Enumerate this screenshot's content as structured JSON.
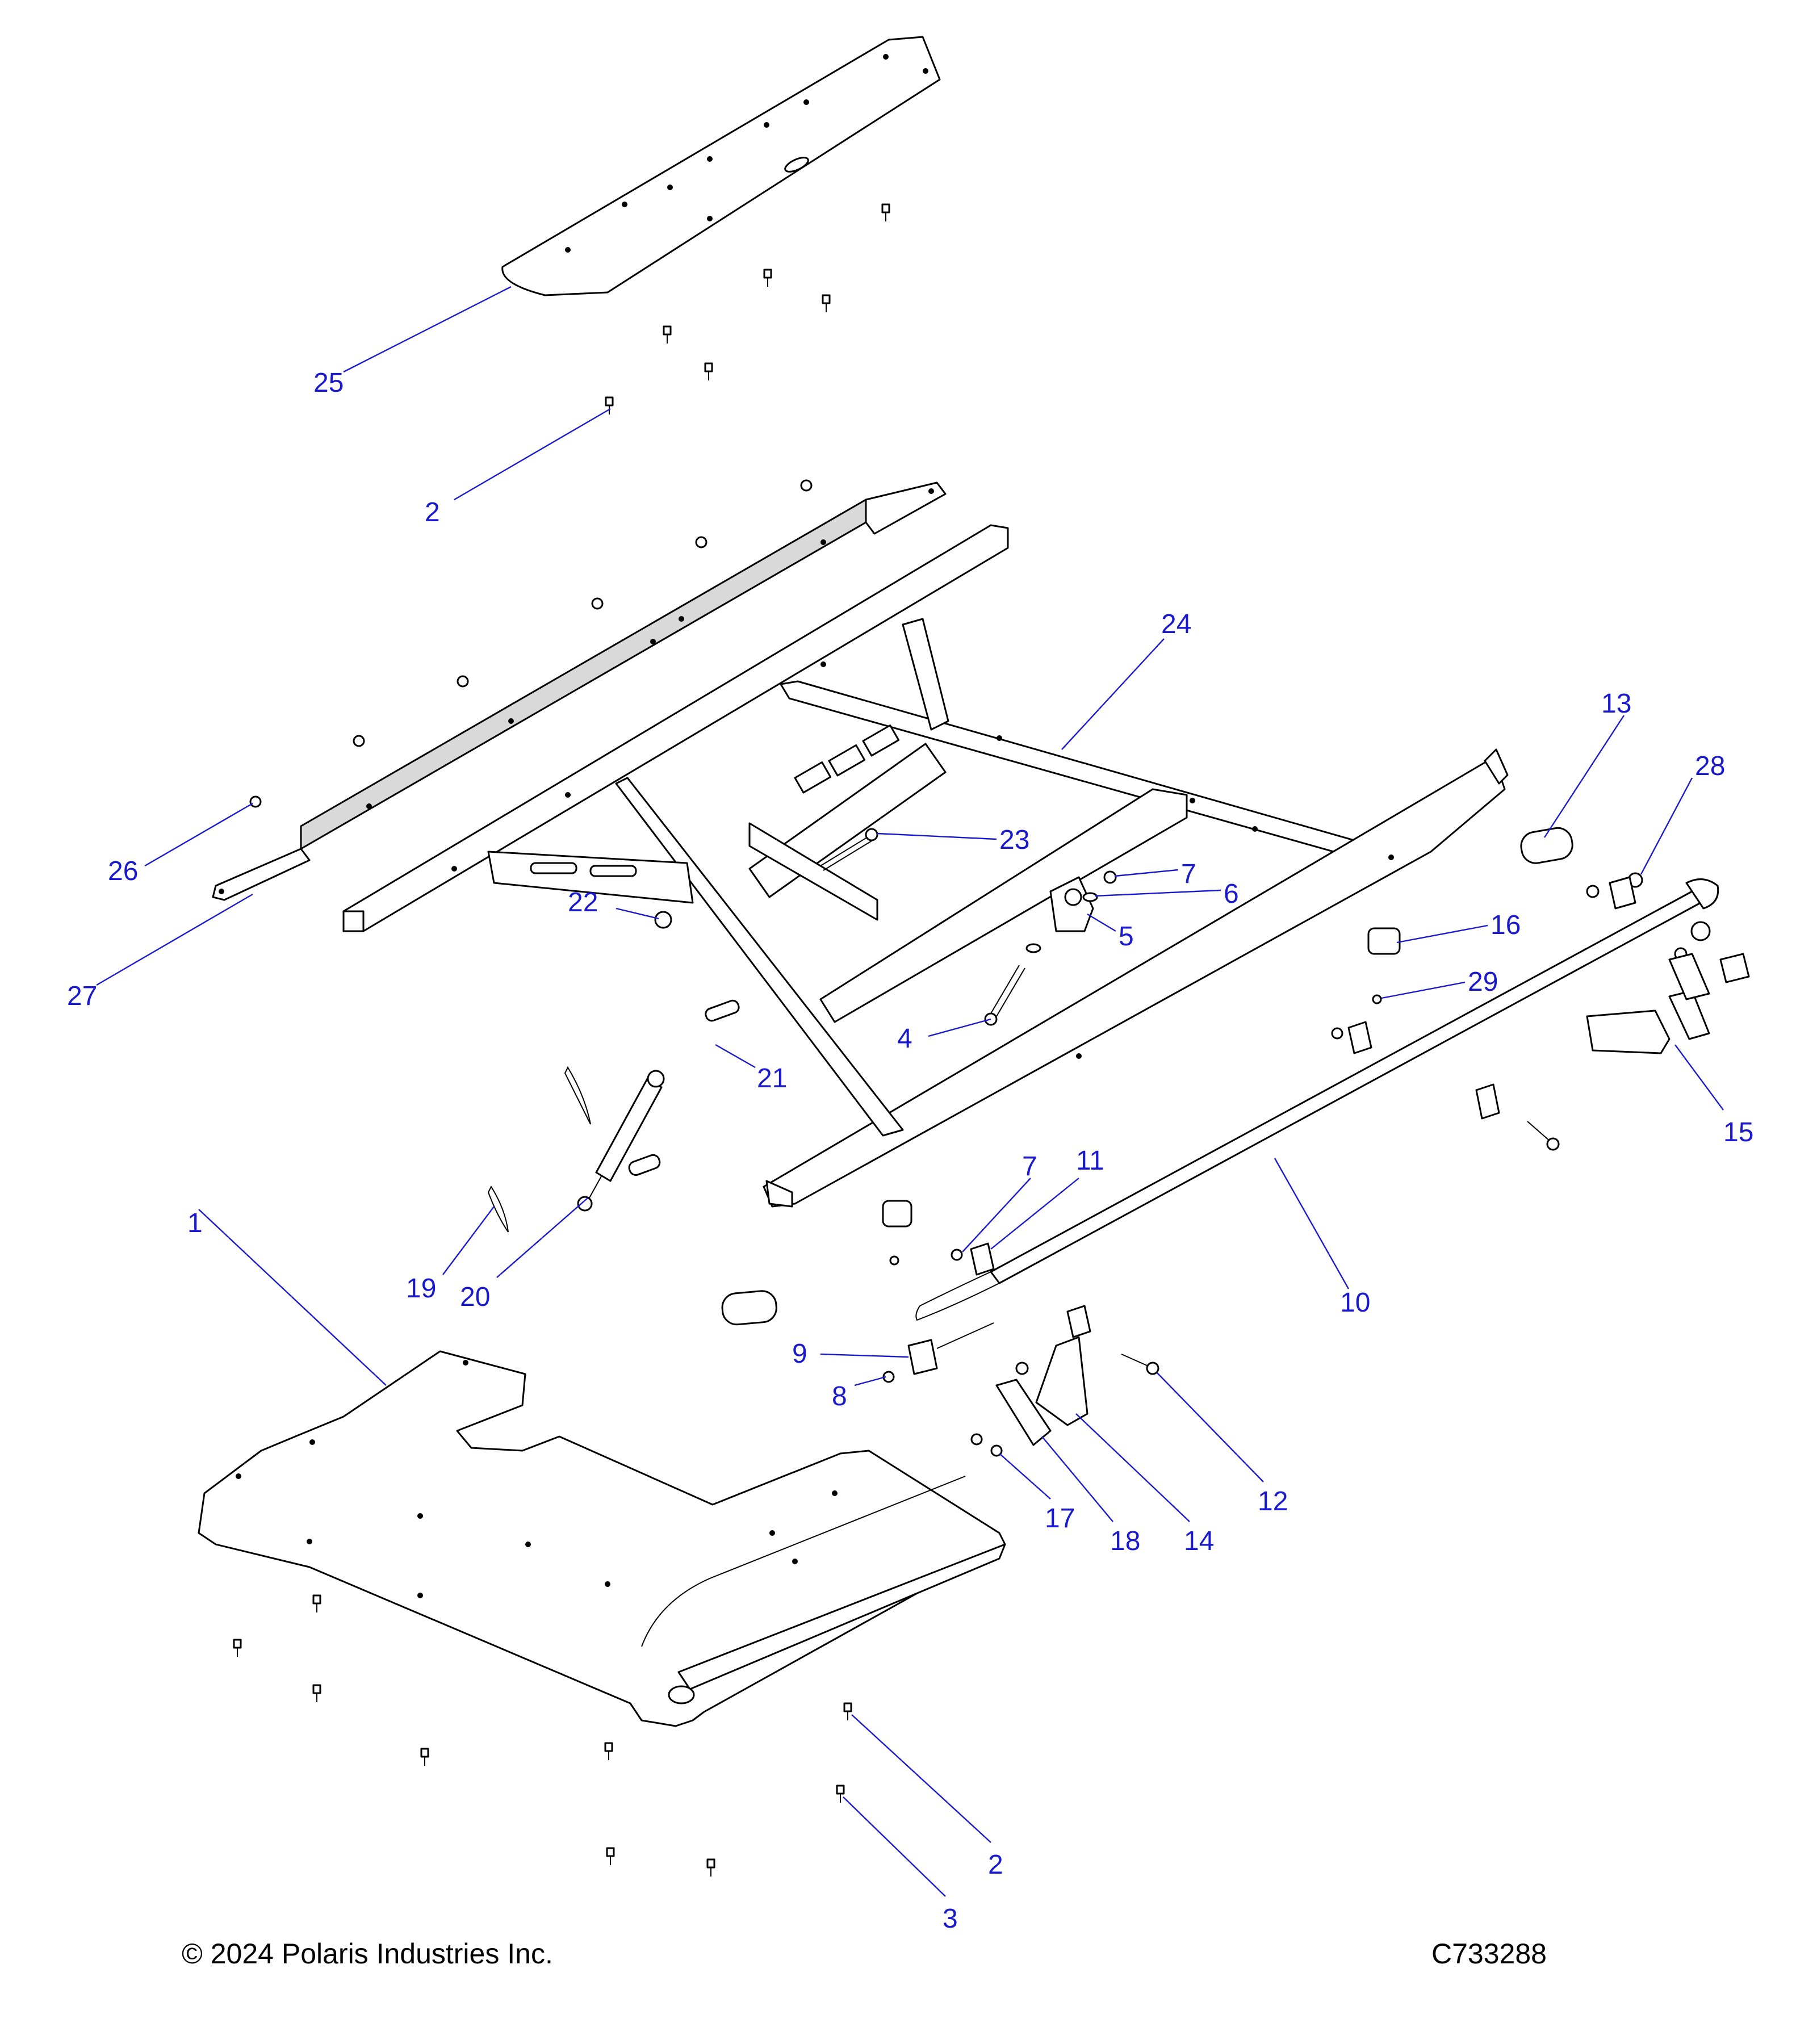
{
  "diagram": {
    "callouts": {
      "c1": "1",
      "c2a": "2",
      "c2b": "2",
      "c3": "3",
      "c4": "4",
      "c5": "5",
      "c6": "6",
      "c7a": "7",
      "c7b": "7",
      "c8": "8",
      "c9": "9",
      "c10": "10",
      "c11": "11",
      "c12": "12",
      "c13": "13",
      "c14": "14",
      "c15": "15",
      "c16": "16",
      "c17": "17",
      "c18": "18",
      "c19": "19",
      "c20": "20",
      "c21": "21",
      "c22": "22",
      "c23": "23",
      "c24": "24",
      "c25": "25",
      "c26": "26",
      "c27": "27",
      "c28": "28",
      "c29": "29"
    },
    "line_color": "#1a1acc"
  },
  "footer": {
    "copyright": "© 2024 Polaris Industries Inc.",
    "drawing_code": "C733288"
  }
}
